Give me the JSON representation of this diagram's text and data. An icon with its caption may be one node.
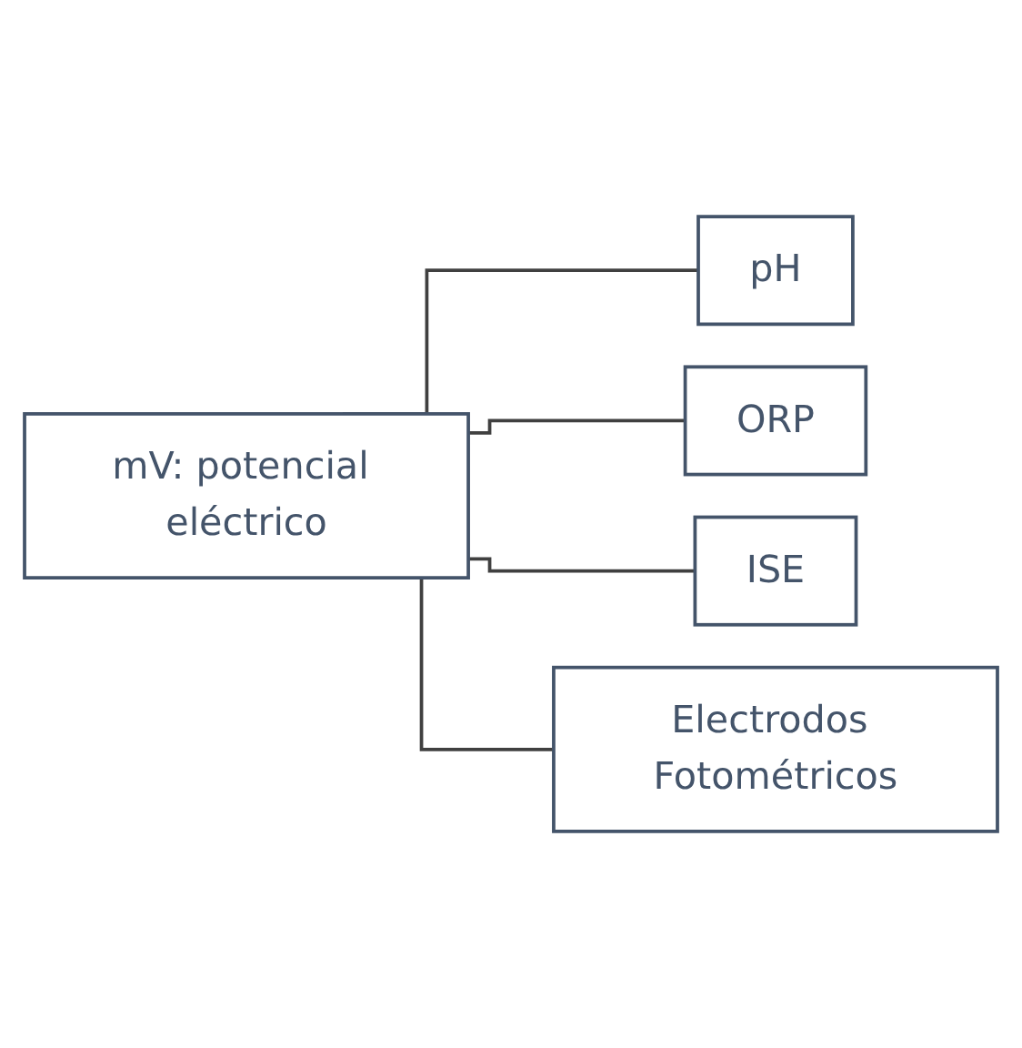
{
  "diagram": {
    "nodes": [
      {
        "text": [
          "mV: potencial eléctrico"
        ]
      },
      {
        "text": [
          "pH"
        ]
      },
      {
        "text": [
          "ORP"
        ]
      },
      {
        "text": [
          "ISE"
        ]
      },
      {
        "text": [
          "Electrodos Fotométricos"
        ]
      }
    ],
    "edges": [
      {
        "from": 0,
        "to": 1,
        "arrow": "none"
      },
      {
        "from": 0,
        "to": 2,
        "arrow": "none"
      },
      {
        "from": 0,
        "to": 3,
        "arrow": "none"
      },
      {
        "from": 0,
        "to": 4,
        "arrow": "none"
      }
    ]
  }
}
